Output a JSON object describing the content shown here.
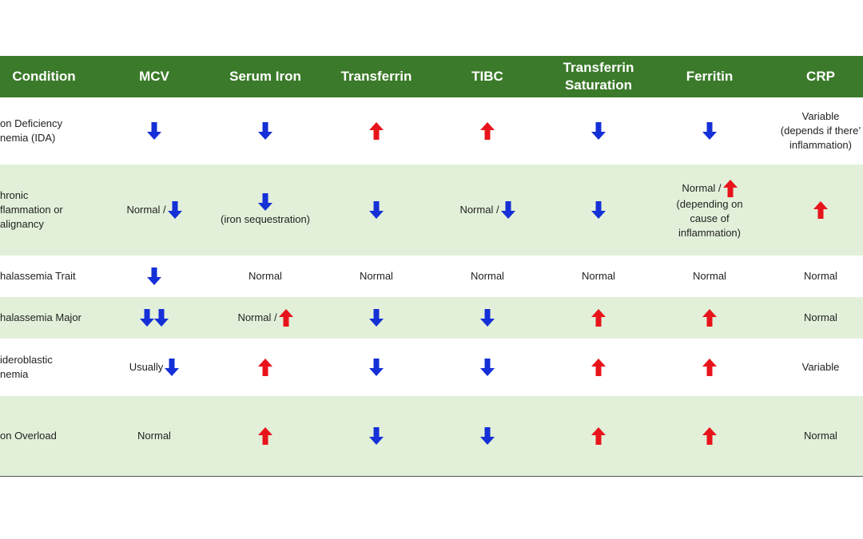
{
  "colors": {
    "header_bg": "#3b7a2a",
    "row_green": "#e2f0d9",
    "arrow_down": "#1530d6",
    "arrow_up": "#e8141b"
  },
  "headers": [
    "Condition",
    "MCV",
    "Serum Iron",
    "Transferrin",
    "TIBC",
    "Transferrin\nSaturation",
    "Ferritin",
    "CRP"
  ],
  "rows": [
    {
      "condition": [
        "on Deficiency",
        "nemia (IDA)"
      ],
      "cells": [
        {
          "icon": "arrow-down"
        },
        {
          "icon": "arrow-down"
        },
        {
          "icon": "arrow-up"
        },
        {
          "icon": "arrow-up"
        },
        {
          "icon": "arrow-down"
        },
        {
          "icon": "arrow-down"
        },
        {
          "text": [
            "Variable",
            "(depends if there’",
            "inflammation)"
          ]
        }
      ]
    },
    {
      "condition": [
        "hronic",
        "flammation or",
        "alignancy"
      ],
      "cells": [
        {
          "prefix": "Normal /",
          "icon": "arrow-down"
        },
        {
          "icon": "arrow-down",
          "text": [
            "(iron sequestration)"
          ]
        },
        {
          "icon": "arrow-down"
        },
        {
          "prefix": "Normal /",
          "icon": "arrow-down"
        },
        {
          "icon": "arrow-down"
        },
        {
          "prefix": "Normal  /",
          "icon": "arrow-up",
          "text": [
            "(depending on",
            "cause of",
            "inflammation)"
          ]
        },
        {
          "icon": "arrow-up"
        }
      ]
    },
    {
      "condition": [
        "halassemia Trait"
      ],
      "cells": [
        {
          "icon": "arrow-down"
        },
        {
          "text": [
            "Normal"
          ]
        },
        {
          "text": [
            "Normal"
          ]
        },
        {
          "text": [
            "Normal"
          ]
        },
        {
          "text": [
            "Normal"
          ]
        },
        {
          "text": [
            "Normal"
          ]
        },
        {
          "text": [
            "Normal"
          ]
        }
      ]
    },
    {
      "condition": [
        "halassemia Major"
      ],
      "cells": [
        {
          "icon": "arrow-down",
          "double": true
        },
        {
          "prefix": "Normal /",
          "icon": "arrow-up"
        },
        {
          "icon": "arrow-down"
        },
        {
          "icon": "arrow-down"
        },
        {
          "icon": "arrow-up"
        },
        {
          "icon": "arrow-up"
        },
        {
          "text": [
            "Normal"
          ]
        }
      ]
    },
    {
      "condition": [
        "ideroblastic",
        "nemia"
      ],
      "cells": [
        {
          "prefix": "Usually",
          "icon": "arrow-down"
        },
        {
          "icon": "arrow-up"
        },
        {
          "icon": "arrow-down"
        },
        {
          "icon": "arrow-down"
        },
        {
          "icon": "arrow-up"
        },
        {
          "icon": "arrow-up"
        },
        {
          "text": [
            "Variable"
          ]
        }
      ]
    },
    {
      "condition": [
        "on Overload"
      ],
      "cells": [
        {
          "text": [
            "Normal"
          ]
        },
        {
          "icon": "arrow-up"
        },
        {
          "icon": "arrow-down"
        },
        {
          "icon": "arrow-down"
        },
        {
          "icon": "arrow-up"
        },
        {
          "icon": "arrow-up"
        },
        {
          "text": [
            "Normal"
          ]
        }
      ]
    }
  ]
}
